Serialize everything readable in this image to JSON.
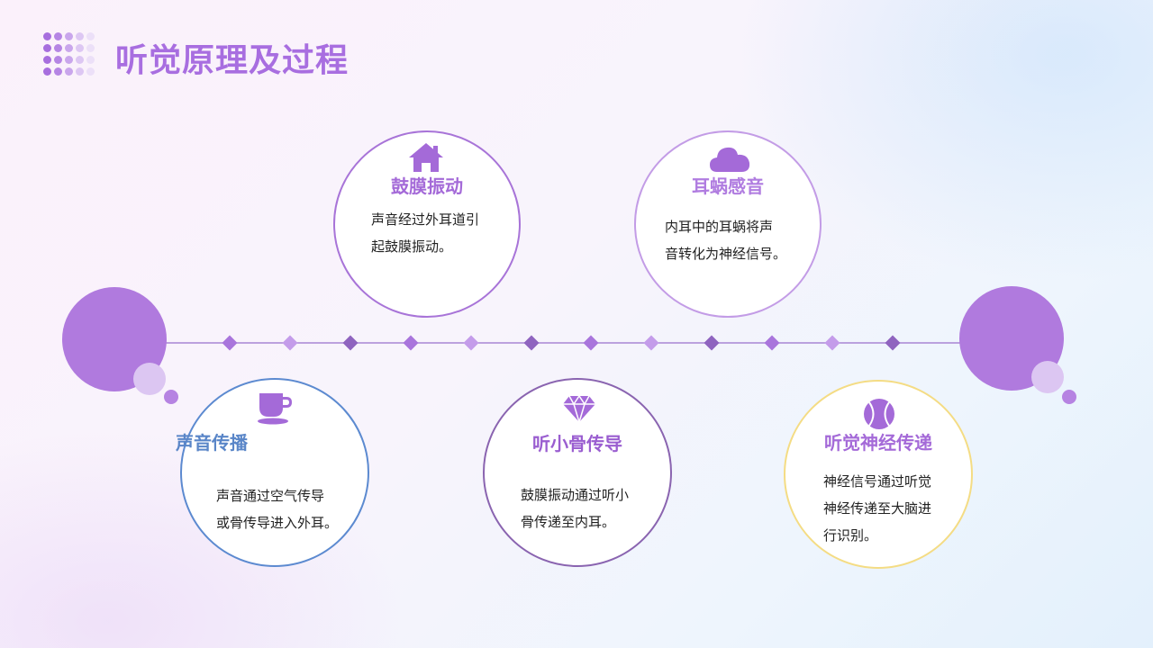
{
  "page": {
    "title": "听觉原理及过程"
  },
  "steps": [
    {
      "title": "声音传播",
      "text": [
        "声音通过空气传导",
        "或骨传导进入外耳。"
      ],
      "icon": "cup-icon",
      "color": "#5c8ad0",
      "title_color": "#5a86c8"
    },
    {
      "title": "鼓膜振动",
      "text": [
        "声音经过外耳道引",
        "起鼓膜振动。"
      ],
      "icon": "house-icon",
      "color": "#a874d8",
      "title_color": "#a46ad8"
    },
    {
      "title": "听小骨传导",
      "text": [
        "鼓膜振动通过听小",
        "骨传递至内耳。"
      ],
      "icon": "diamond-icon",
      "color": "#8a64b0",
      "title_color": "#9a5ed0"
    },
    {
      "title": "耳蜗感音",
      "text": [
        "内耳中的耳蜗将声",
        "音转化为神经信号。"
      ],
      "icon": "cloud-icon",
      "color": "#c39ce6",
      "title_color": "#b07ce0"
    },
    {
      "title": "听觉神经传递",
      "text": [
        "神经信号通过听觉",
        "神经传递至大脑进",
        "行识别。"
      ],
      "icon": "ball-icon",
      "color": "#f4dc84",
      "title_color": "#a46ad8"
    }
  ],
  "colors": {
    "accent": "#a86ee0",
    "bubble": "#b07ade",
    "bubble_light": "#dcc6f2",
    "line": "#a885d4"
  }
}
